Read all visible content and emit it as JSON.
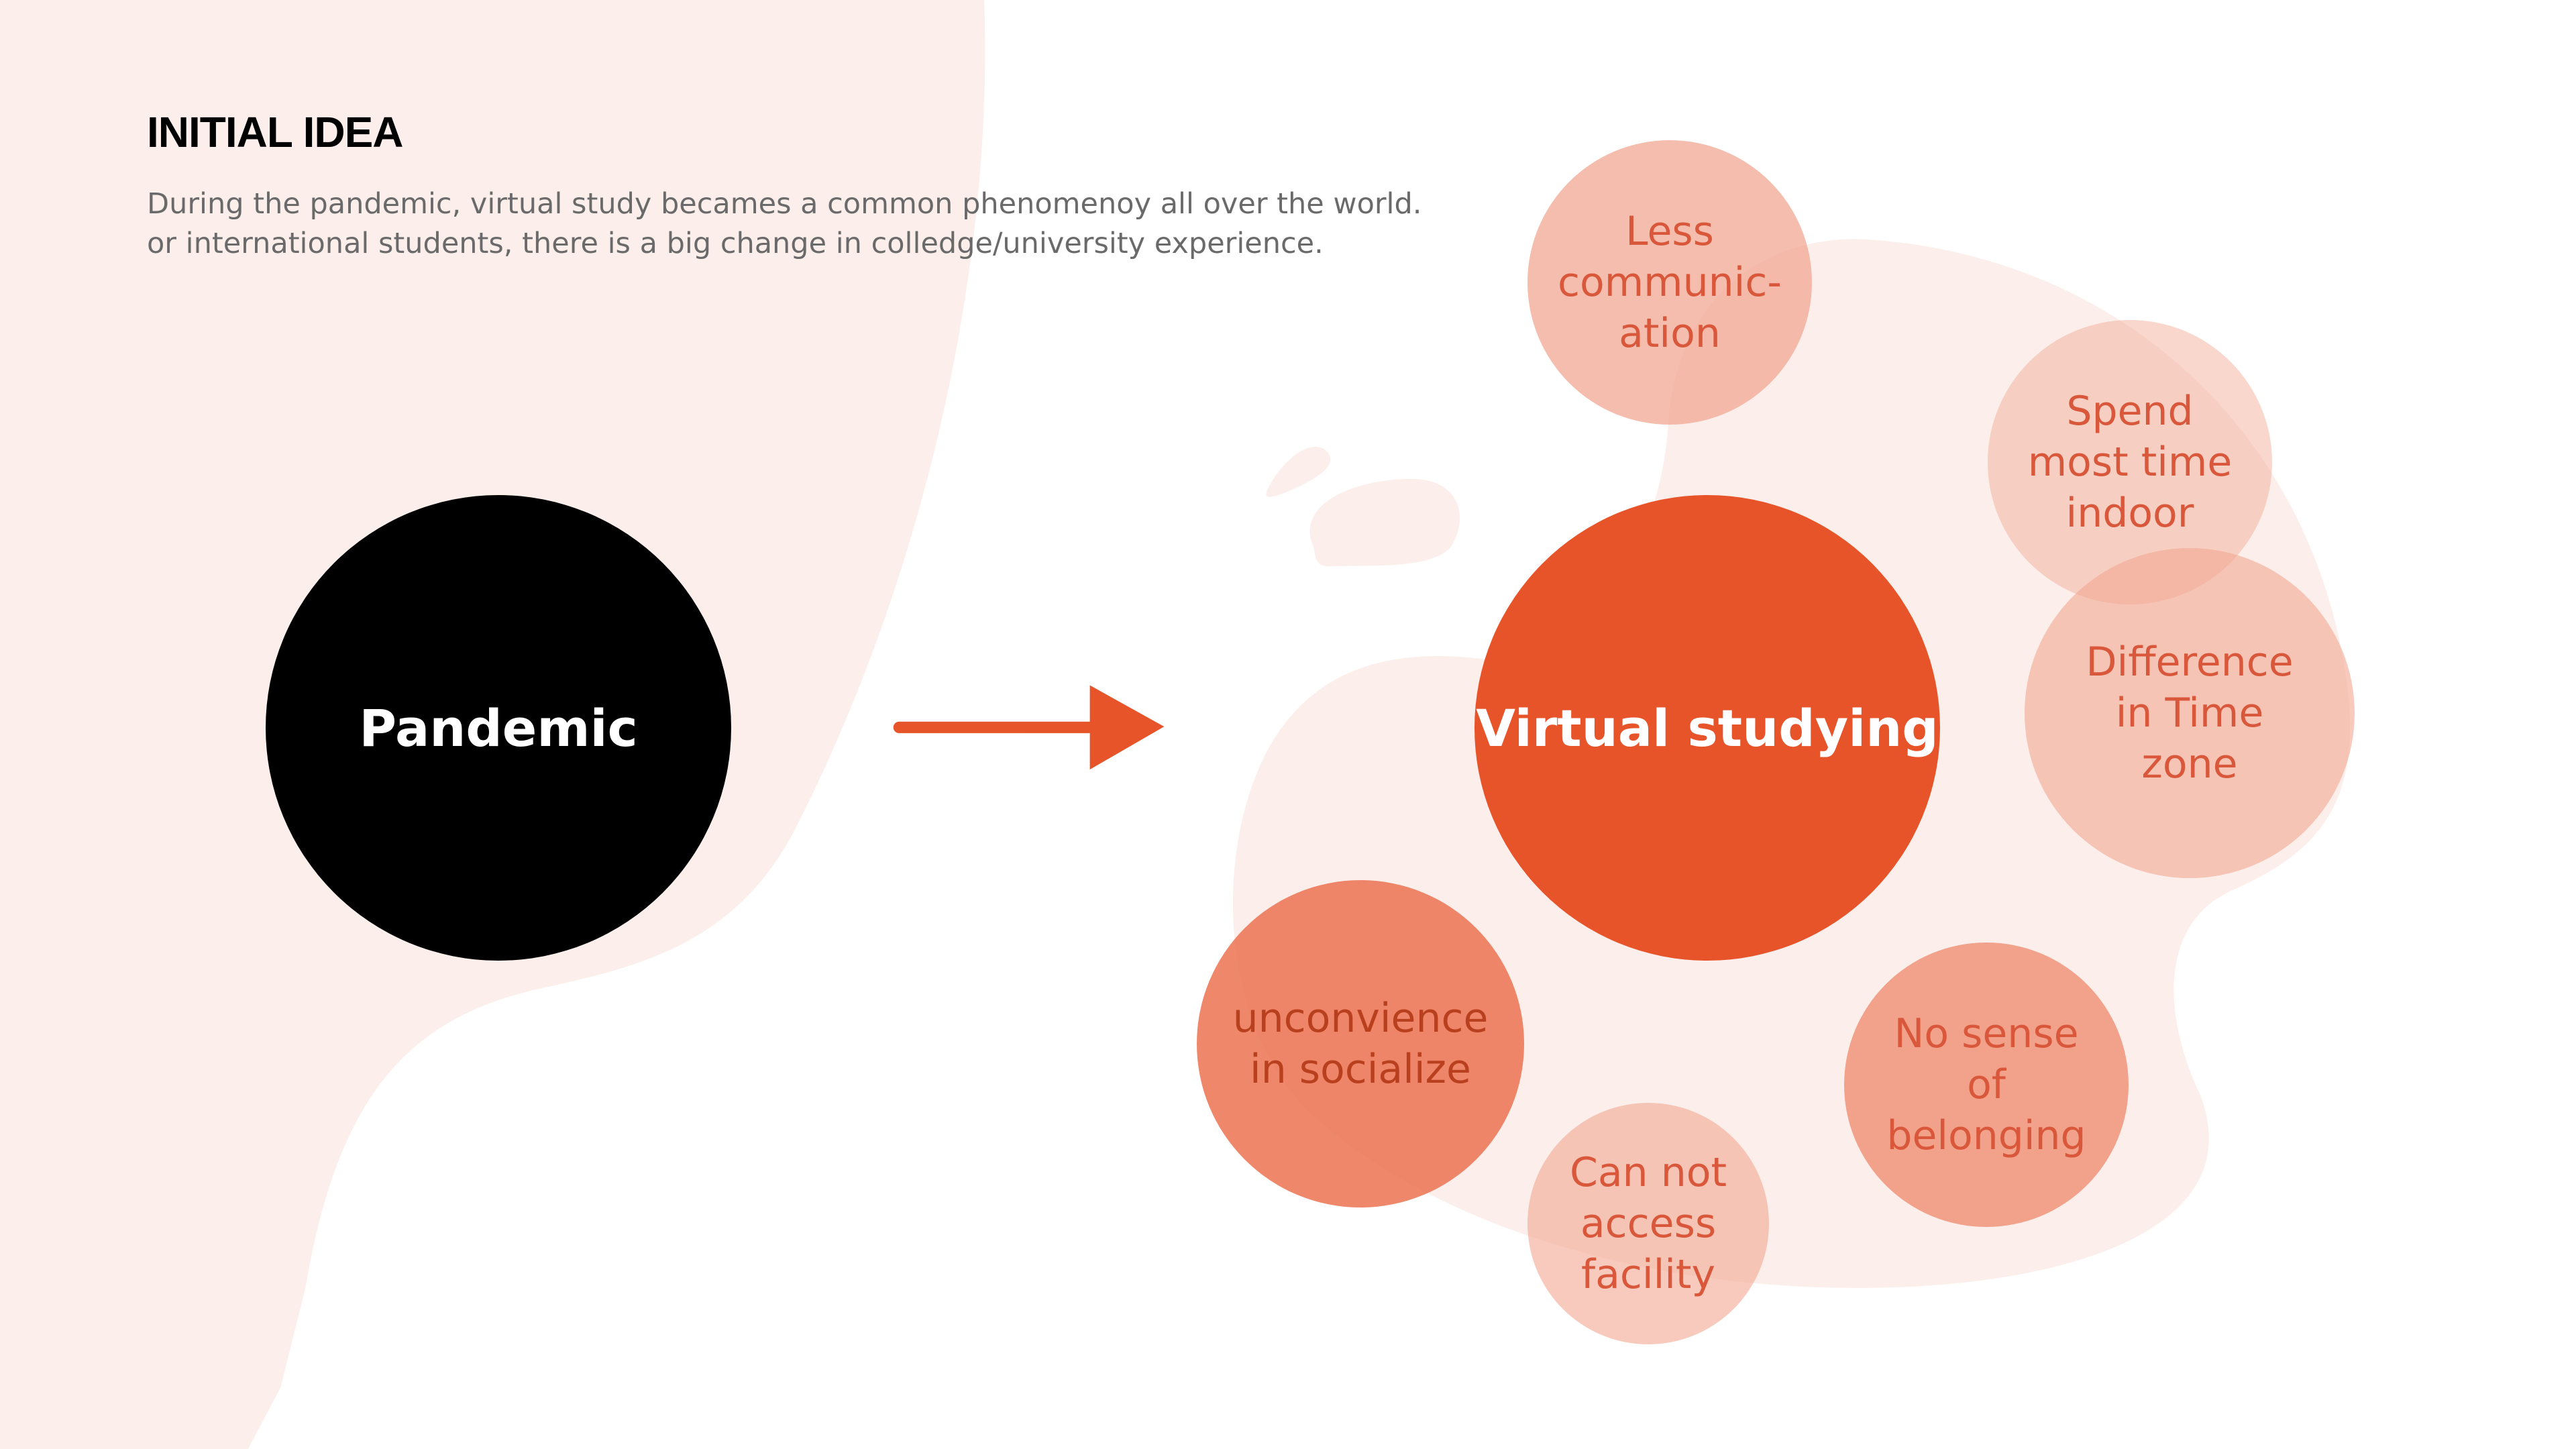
{
  "header": {
    "title": "INITIAL IDEA",
    "description_lines": [
      "During the pandemic, virtual study becames a common phenomenoy all over the world.",
      "or international students, there is a big change in colledge/university experience."
    ]
  },
  "diagram": {
    "source": "Pandemic",
    "target": "Virtual studying",
    "arrow_icon": "arrow-right-icon",
    "effects": [
      "Less\ncommunic-\nation",
      "Spend\nmost time\nindoor",
      "Difference\nin Time\nzone",
      "unconvience\nin socialize",
      "Can not\naccess\nfacility",
      "No sense\nof\nbelonging"
    ]
  },
  "colors": {
    "accent": "#e8542a",
    "background_blob": "#fcefeb",
    "bubble_text": "#d9573a"
  }
}
